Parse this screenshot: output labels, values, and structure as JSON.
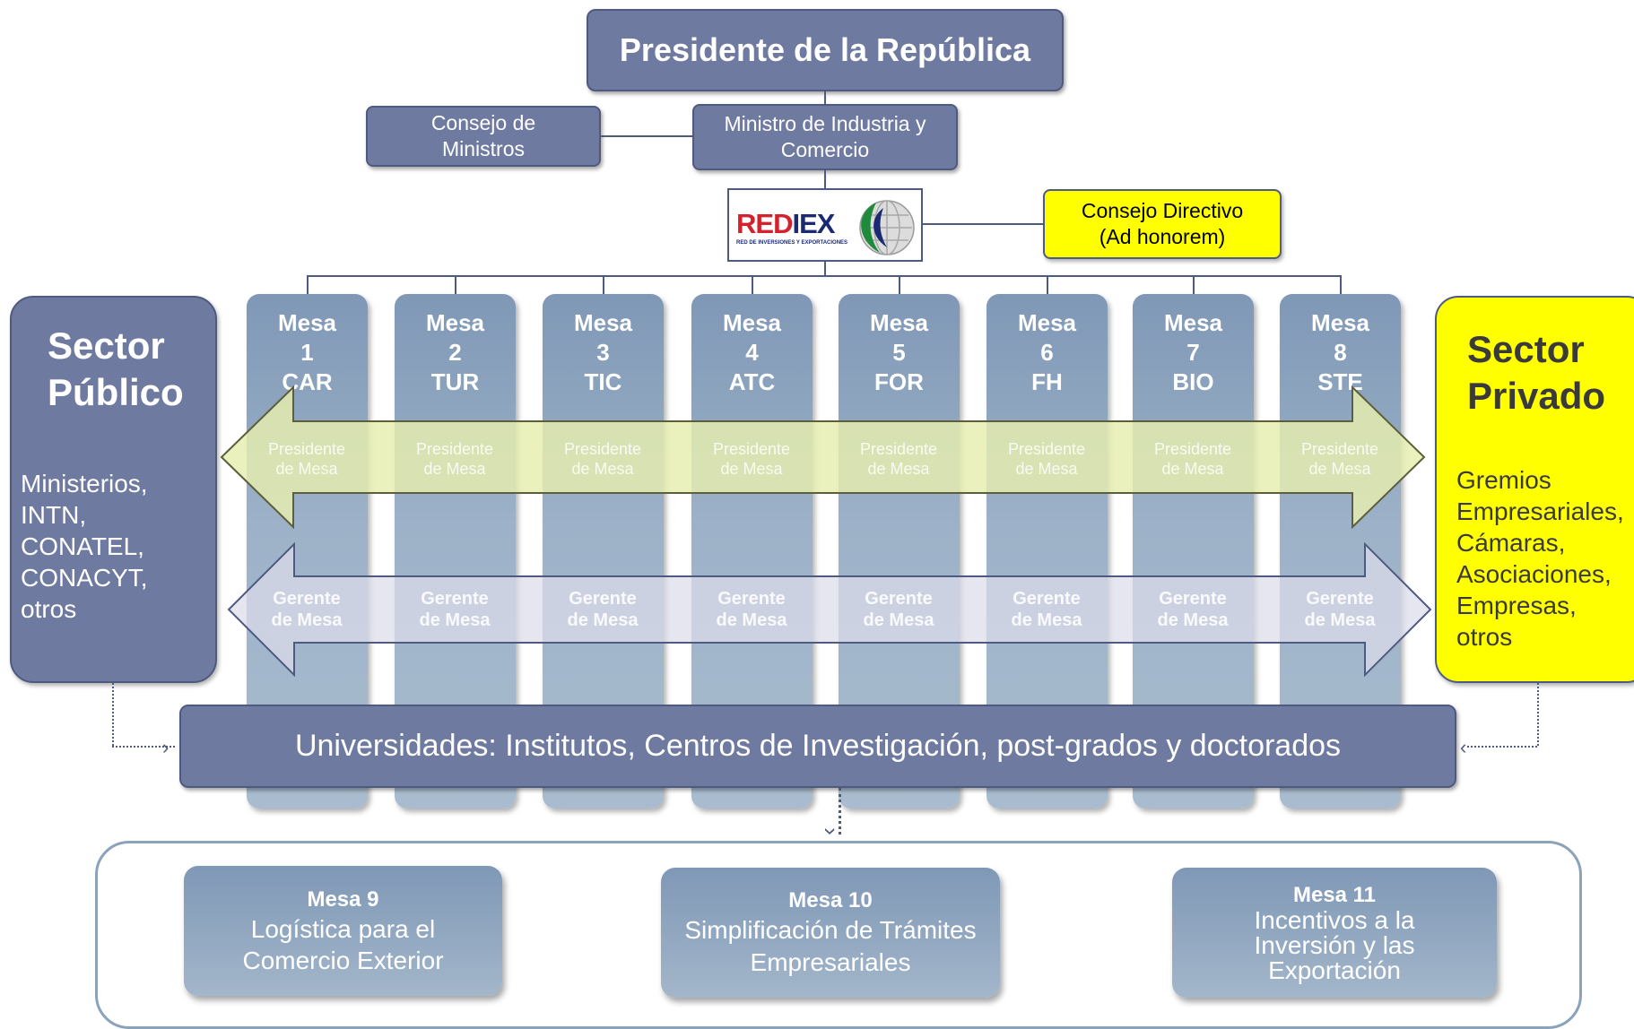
{
  "president": "Presidente de la República",
  "consejo_ministros": "Consejo de Ministros",
  "ministro": "Ministro de Industria y Comercio",
  "logo": {
    "name": "REDIEX",
    "red": "RED",
    "iex": "IEX",
    "tagline": "RED DE INVERSIONES Y EXPORTACIONES"
  },
  "consejo_directivo": "Consejo Directivo (Ad honorem)",
  "mesas": [
    {
      "label": "Mesa",
      "num": "1",
      "code": "CAR"
    },
    {
      "label": "Mesa",
      "num": "2",
      "code": "TUR"
    },
    {
      "label": "Mesa",
      "num": "3",
      "code": "TIC"
    },
    {
      "label": "Mesa",
      "num": "4",
      "code": "ATC"
    },
    {
      "label": "Mesa",
      "num": "5",
      "code": "FOR"
    },
    {
      "label": "Mesa",
      "num": "6",
      "code": "FH"
    },
    {
      "label": "Mesa",
      "num": "7",
      "code": "BIO"
    },
    {
      "label": "Mesa",
      "num": "8",
      "code": "STE"
    }
  ],
  "presidente_mesa": "Presidente de Mesa",
  "gerente_mesa": "Gerente de Mesa",
  "sector_publico": {
    "title": "Sector Público",
    "items": "Ministerios, INTN, CONATEL, CONACYT, otros"
  },
  "sector_privado": {
    "title": "Sector Privado",
    "items": "Gremios Empresariales, Cámaras, Asociaciones, Empresas, otros"
  },
  "universidades": "Universidades: Institutos, Centros de Investigación, post-grados y doctorados",
  "sub_mesas": [
    {
      "title": "Mesa 9",
      "desc": "Logística para el Comercio Exterior"
    },
    {
      "title": "Mesa 10",
      "desc": "Simplificación de Trámites Empresariales"
    },
    {
      "title": "Mesa 11",
      "desc": "Incentivos a la Inversión y las Exportación"
    }
  ],
  "colors": {
    "node": "#6f7aa0",
    "column": "#8ea5bf",
    "yellow": "#ffff00",
    "arrow_yellow": "#e9f0b0",
    "arrow_lavender": "#dcdcea"
  }
}
